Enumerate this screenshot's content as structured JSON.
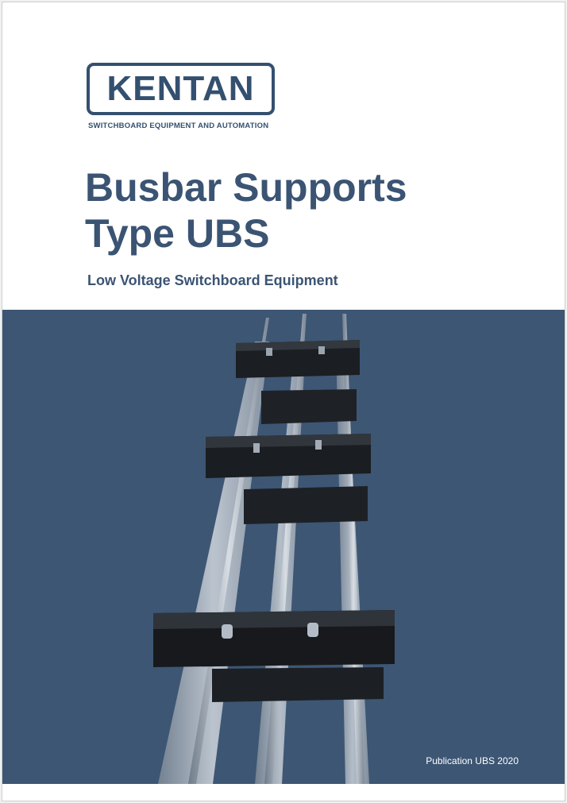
{
  "logo": {
    "word": "KENTAN",
    "tagline": "SWITCHBOARD EQUIPMENT AND AUTOMATION"
  },
  "title": {
    "line1": "Busbar Supports",
    "line2": "Type UBS"
  },
  "subtitle": "Low Voltage Switchboard Equipment",
  "photo": {
    "publication": "Publication UBS 2020",
    "background_color": "#3d5674"
  },
  "colors": {
    "brand": "#34506f",
    "title": "#3b5473"
  }
}
